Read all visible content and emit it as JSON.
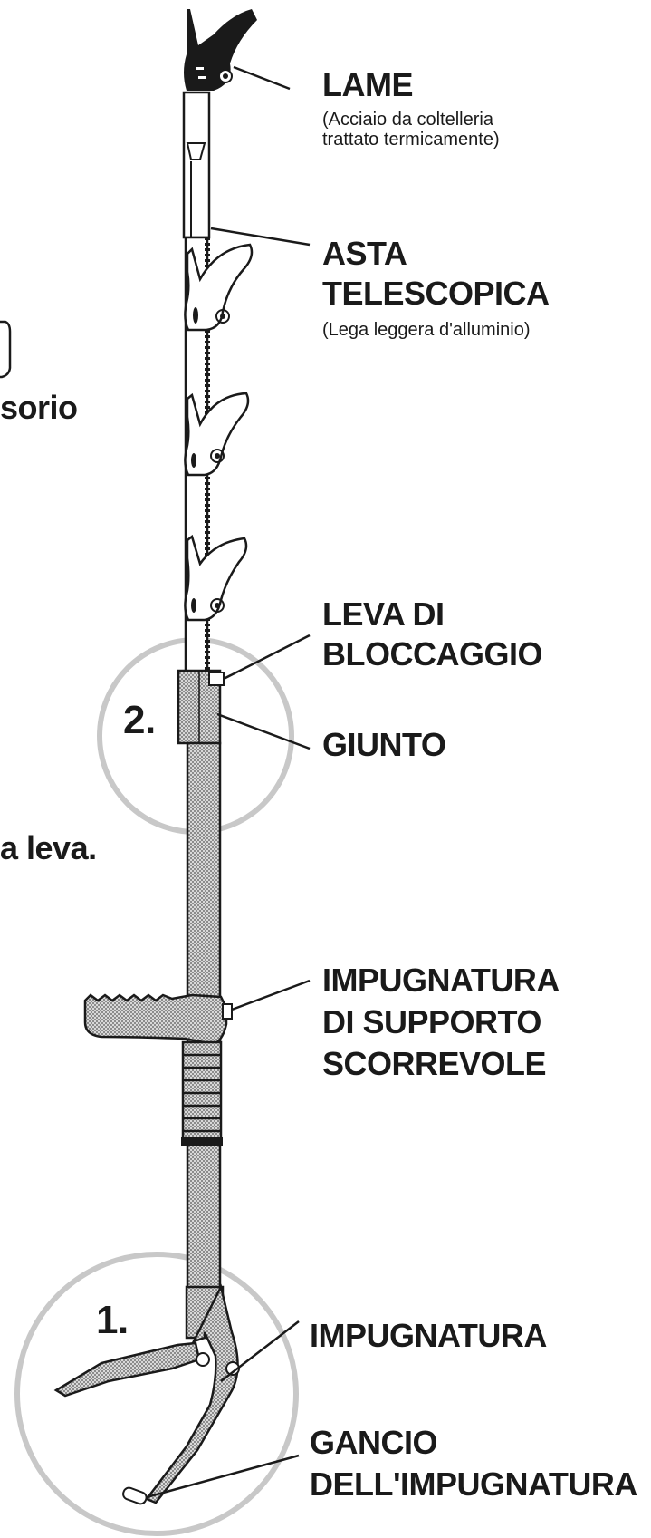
{
  "labels": {
    "lame": "LAME",
    "lame_note_1": "(Acciaio da coltelleria",
    "lame_note_2": "trattato termicamente)",
    "asta_1": "ASTA",
    "asta_2": "TELESCOPICA",
    "asta_note": "(Lega leggera d'alluminio)",
    "leva_1": "LEVA DI",
    "leva_2": "BLOCCAGGIO",
    "giunto": "GIUNTO",
    "supporto_1": "IMPUGNATURA",
    "supporto_2": "DI SUPPORTO",
    "supporto_3": "SCORREVOLE",
    "impugnatura": "IMPUGNATURA",
    "gancio_1": "GANCIO",
    "gancio_2": "DELL'IMPUGNATURA"
  },
  "callouts": {
    "one": "1.",
    "two": "2."
  },
  "cropped_text": {
    "accessorio": "sorio",
    "leva": "a leva."
  },
  "colors": {
    "ink": "#1a1a1a",
    "circle": "#c8c8c8",
    "stipple": "#bdbdbd"
  }
}
